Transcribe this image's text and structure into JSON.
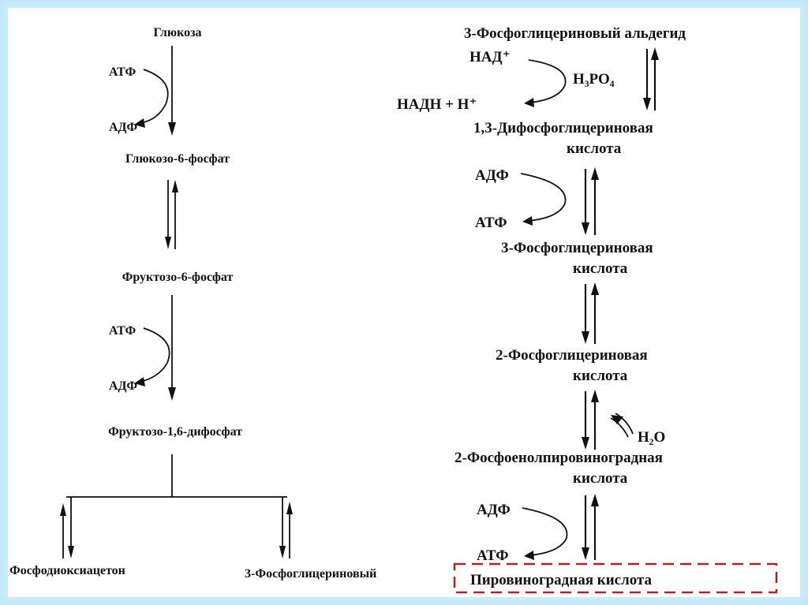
{
  "left": {
    "glucose": "Глюкоза",
    "atp1": "АТФ",
    "adp1": "АДФ",
    "g6p": "Глюкозо-6-фосфат",
    "f6p": "Фруктозо-6-фосфат",
    "atp2": "АТФ",
    "adp2": "АДФ",
    "f16dp": "Фруктозо-1,6-дифосфат",
    "dhap": "Фосфодиоксиацетон",
    "g3p": "3-Фосфоглицериновый"
  },
  "right": {
    "pgal": "3-Фосфоглицериновый альдегид",
    "nad": "НАД⁺",
    "h3po4": "Н₃РО₄",
    "nadh": "НАДН + Н⁺",
    "bpg_l1": "1,3-Дифосфоглицериновая",
    "bpg_l2": "кислота",
    "adp1": "АДФ",
    "atp1": "АТФ",
    "pg3_l1": "3-Фосфоглицериновая",
    "pg3_l2": "кислота",
    "pg2_l1": "2-Фосфоглицериновая",
    "pg2_l2": "кислота",
    "h2o": "Н₂О",
    "pep_l1": "2-Фосфоенолпировиноградная",
    "pep_l2": "кислота",
    "adp2": "АДФ",
    "atp2": "АТФ",
    "pyruvate": "Пировиноградная кислота"
  },
  "colors": {
    "background": "#bfe7f7",
    "highlight_box": "#b22222",
    "ink": "#111111"
  }
}
